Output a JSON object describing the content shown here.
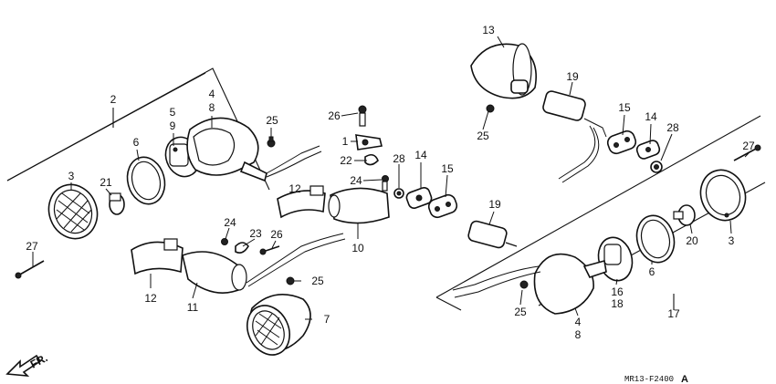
{
  "diagram": {
    "callouts": {
      "c2": "2",
      "c3_left": "3",
      "c4_left": "4",
      "c8_left": "8",
      "c5": "5",
      "c9": "9",
      "c6_left": "6",
      "c21": "21",
      "c25_a": "25",
      "c26_a": "26",
      "c1": "1",
      "c22": "22",
      "c24_a": "24",
      "c28_a": "28",
      "c12_a": "12",
      "c10": "10",
      "c14_a": "14",
      "c15_a": "15",
      "c19_a": "19",
      "c27_left": "27",
      "c24_b": "24",
      "c23": "23",
      "c26_b": "26",
      "c25_b": "25",
      "c12_b": "12",
      "c11": "11",
      "c7": "7",
      "c13": "13",
      "c19_b": "19",
      "c25_c": "25",
      "c15_b": "15",
      "c14_b": "14",
      "c28_b": "28",
      "c27_right": "27",
      "c3_right": "3",
      "c20": "20",
      "c6_right": "6",
      "c16": "16",
      "c18": "18",
      "c17": "17",
      "c25_d": "25",
      "c4_right": "4",
      "c8_right": "8"
    },
    "direction_label": "FR.",
    "diagram_code": "MR13-F2400",
    "diagram_rev": "A"
  }
}
